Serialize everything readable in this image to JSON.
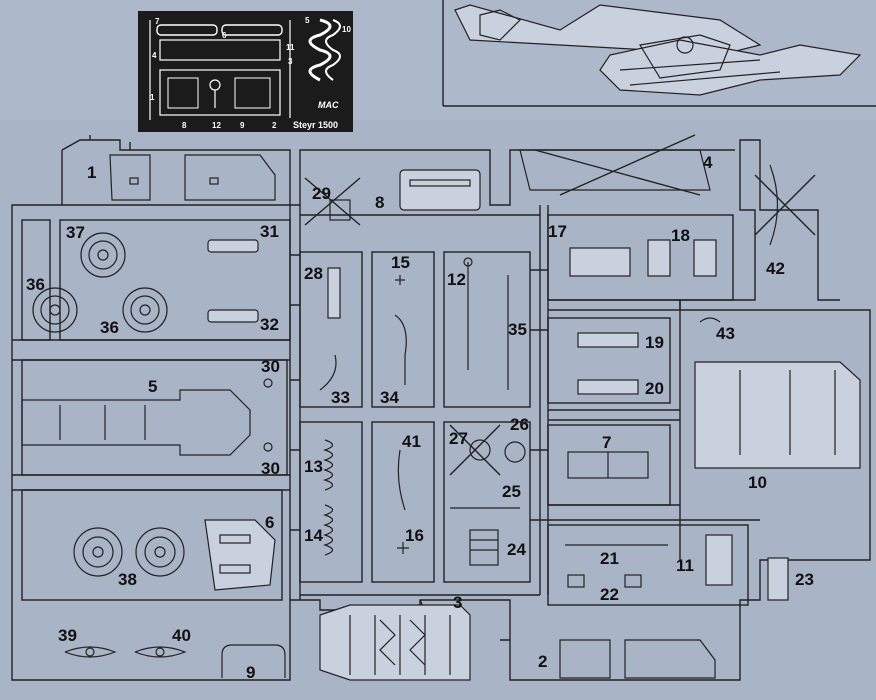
{
  "title": "",
  "photoetch": {
    "brand": "MAC",
    "model": "Steyr 1500",
    "numbers": [
      "7",
      "6",
      "4",
      "5",
      "11",
      "3",
      "10",
      "1",
      "8",
      "12",
      "9",
      "2"
    ]
  },
  "labels": [
    "1",
    "2",
    "3",
    "4",
    "5",
    "6",
    "7",
    "8",
    "9",
    "10",
    "11",
    "12",
    "13",
    "14",
    "15",
    "16",
    "17",
    "18",
    "19",
    "20",
    "21",
    "22",
    "23",
    "24",
    "25",
    "26",
    "27",
    "28",
    "29",
    "30",
    "30",
    "31",
    "32",
    "33",
    "34",
    "35",
    "36",
    "36",
    "37",
    "38",
    "39",
    "40",
    "41",
    "42",
    "43"
  ],
  "crossed_parts": [
    "4",
    "27",
    "29",
    "42"
  ],
  "colors": {
    "paper": "#a9b4c6",
    "line": "#222222",
    "photoetch_bg": "#1b1b1b"
  }
}
